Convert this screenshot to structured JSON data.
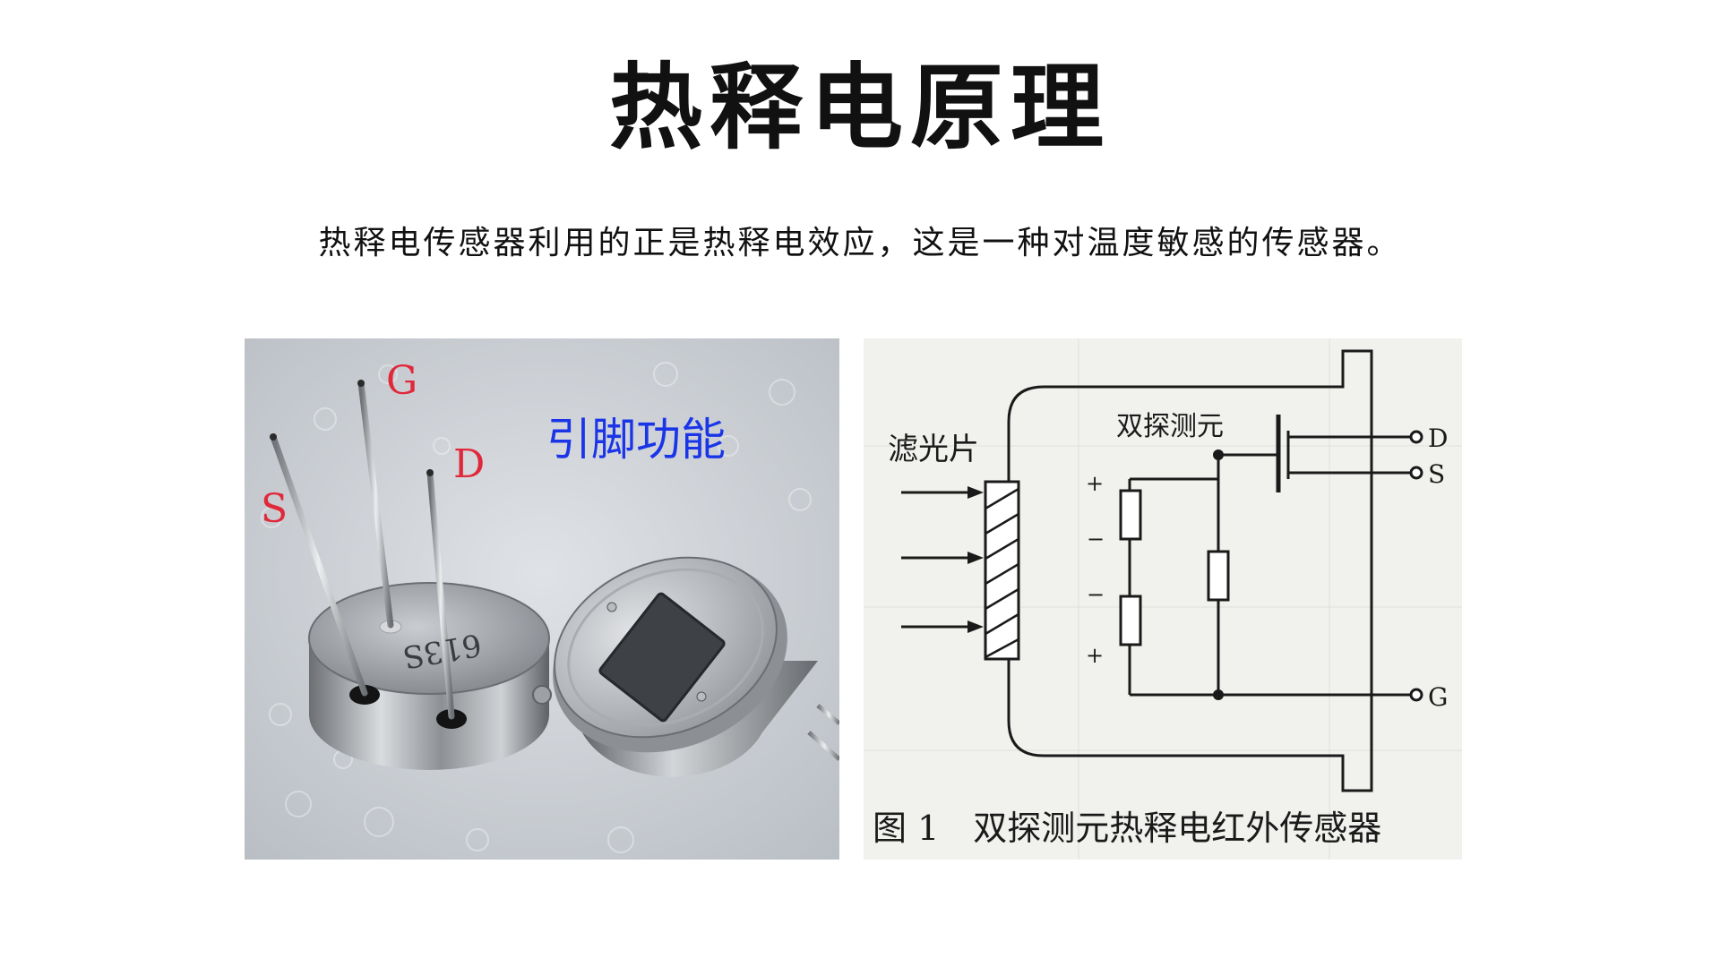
{
  "slide": {
    "title": "热释电原理",
    "subtitle": "热释电传感器利用的正是热释电效应，这是一种对温度敏感的传感器。"
  },
  "photo": {
    "pin_s": "S",
    "pin_g": "G",
    "pin_d": "D",
    "caption": "引脚功能",
    "marking": "613S",
    "colors": {
      "pin_label": "#e0283a",
      "caption": "#1a35e8",
      "arrow": "#e8202a"
    }
  },
  "diagram": {
    "filter_label": "滤光片",
    "element_label": "双探测元",
    "plus1": "+",
    "minus1": "−",
    "minus2": "−",
    "plus2": "+",
    "term_d": "D",
    "term_s": "S",
    "term_g": "G",
    "figure_caption": "图 1　双探测元热释电红外传感器"
  }
}
